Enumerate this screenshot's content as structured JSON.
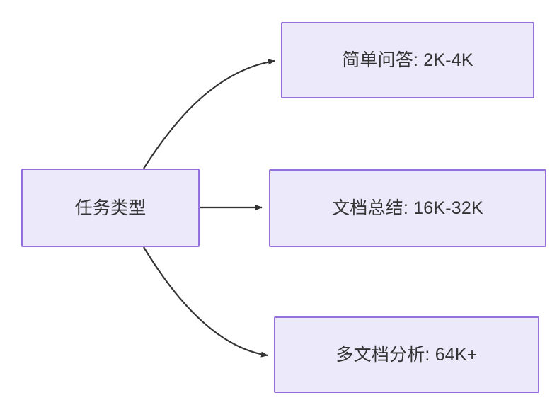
{
  "diagram": {
    "type": "flowchart",
    "direction": "left-to-right",
    "background_color": "#ffffff",
    "node_fill_color": "#ece9fb",
    "node_border_color": "#9370db",
    "node_text_color": "#333333",
    "edge_color": "#333333",
    "root": {
      "id": "task-type",
      "label": "任务类型"
    },
    "nodes": [
      {
        "id": "simple-qa",
        "label": "简单问答: 2K-4K",
        "category": "简单问答",
        "range": "2K-4K"
      },
      {
        "id": "doc-summary",
        "label": "文档总结: 16K-32K",
        "category": "文档总结",
        "range": "16K-32K"
      },
      {
        "id": "multi-doc",
        "label": "多文档分析: 64K+",
        "category": "多文档分析",
        "range": "64K+"
      }
    ],
    "edges": [
      {
        "id": "edge-to-simple-qa",
        "from": "task-type",
        "to": "simple-qa",
        "style": "curved",
        "arrow": "arrowhead-right"
      },
      {
        "id": "edge-to-doc-summary",
        "from": "task-type",
        "to": "doc-summary",
        "style": "straight",
        "arrow": "arrowhead-right"
      },
      {
        "id": "edge-to-multi-doc",
        "from": "task-type",
        "to": "multi-doc",
        "style": "curved",
        "arrow": "arrowhead-right"
      }
    ]
  }
}
